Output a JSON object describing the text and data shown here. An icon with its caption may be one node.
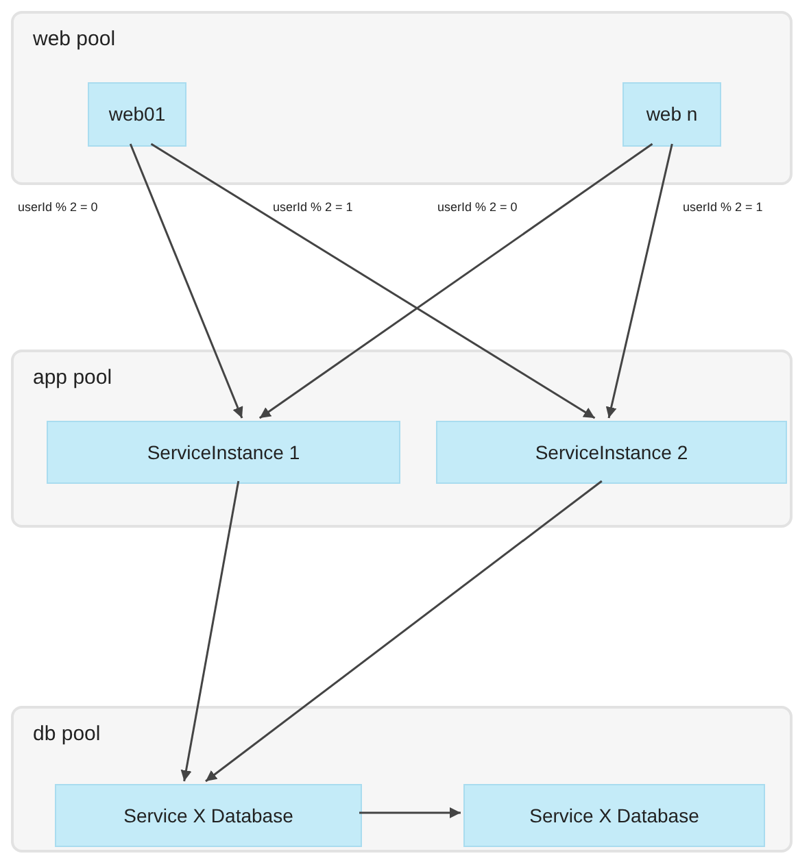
{
  "diagram": {
    "nodes": [
      {
        "text": [
          "web pool"
        ]
      },
      {
        "text": [
          "web01"
        ],
        "in": 0
      },
      {
        "text": [
          "web n"
        ],
        "in": 0
      },
      {
        "text": [
          "app pool"
        ]
      },
      {
        "text": [
          "ServiceInstance 1"
        ],
        "in": 3
      },
      {
        "text": [
          "ServiceInstance 2"
        ],
        "in": 3
      },
      {
        "text": [
          "db pool"
        ]
      },
      {
        "text": [
          "Service X Database"
        ],
        "in": 6
      },
      {
        "text": [
          "Service X Database"
        ],
        "in": 6
      }
    ],
    "edges": [
      {
        "from": 1,
        "to": 4,
        "arrow": "to",
        "label": "userId % 2 = 0"
      },
      {
        "from": 1,
        "to": 5,
        "arrow": "to",
        "label": "userId % 2 = 1"
      },
      {
        "from": 2,
        "to": 4,
        "arrow": "to",
        "label": "userId % 2 = 0"
      },
      {
        "from": 2,
        "to": 5,
        "arrow": "to",
        "label": "userId % 2 = 1"
      },
      {
        "from": 4,
        "to": 7,
        "arrow": "to"
      },
      {
        "from": 5,
        "to": 7,
        "arrow": "to"
      },
      {
        "from": 7,
        "to": 8,
        "arrow": "to"
      }
    ]
  }
}
